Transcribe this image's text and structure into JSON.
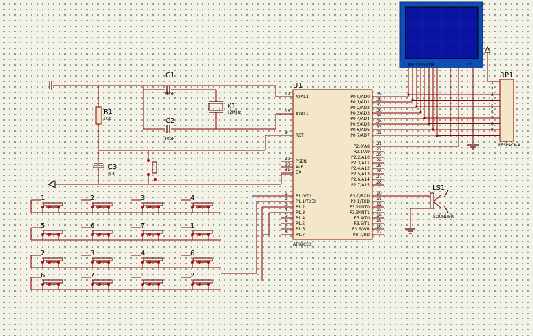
{
  "components": {
    "u1": {
      "ref": "U1",
      "part": "AT89C52",
      "left_pins": [
        {
          "num": "19",
          "name": "XTAL1"
        },
        {
          "num": "18",
          "name": "XTAL2"
        },
        {
          "num": "9",
          "name": "RST"
        },
        {
          "num": "29",
          "name": "PSEN"
        },
        {
          "num": "30",
          "name": "ALE"
        },
        {
          "num": "31",
          "name": "EA"
        },
        {
          "num": "1",
          "name": "P1.0/T2"
        },
        {
          "num": "2",
          "name": "P1.1/T2EX"
        },
        {
          "num": "3",
          "name": "P1.2"
        },
        {
          "num": "4",
          "name": "P1.3"
        },
        {
          "num": "5",
          "name": "P1.4"
        },
        {
          "num": "6",
          "name": "P1.5"
        },
        {
          "num": "7",
          "name": "P1.6"
        },
        {
          "num": "8",
          "name": "P1.7"
        }
      ],
      "right_pins": [
        {
          "num": "39",
          "name": "P0.0/AD0"
        },
        {
          "num": "38",
          "name": "P0.1/AD1"
        },
        {
          "num": "37",
          "name": "P0.2/AD2"
        },
        {
          "num": "36",
          "name": "P0.3/AD3"
        },
        {
          "num": "35",
          "name": "P0.4/AD4"
        },
        {
          "num": "34",
          "name": "P0.5/AD5"
        },
        {
          "num": "33",
          "name": "P0.6/AD6"
        },
        {
          "num": "32",
          "name": "P0.7/AD7"
        },
        {
          "num": "21",
          "name": "P2.0/A8"
        },
        {
          "num": "22",
          "name": "P2.1/A9"
        },
        {
          "num": "23",
          "name": "P2.2/A10"
        },
        {
          "num": "24",
          "name": "P2.3/A11"
        },
        {
          "num": "25",
          "name": "P2.4/A12"
        },
        {
          "num": "26",
          "name": "P2.5/A13"
        },
        {
          "num": "27",
          "name": "P2.6/A14"
        },
        {
          "num": "28",
          "name": "P2.7/A15"
        },
        {
          "num": "10",
          "name": "P3.0/RXD"
        },
        {
          "num": "11",
          "name": "P3.1/TXD"
        },
        {
          "num": "12",
          "name": "P3.2/INT0"
        },
        {
          "num": "13",
          "name": "P3.3/INT1"
        },
        {
          "num": "14",
          "name": "P3.4/T0"
        },
        {
          "num": "15",
          "name": "P3.5/T1"
        },
        {
          "num": "16",
          "name": "P3.6/WR"
        },
        {
          "num": "17",
          "name": "P3.7/RD"
        }
      ]
    },
    "c1": {
      "ref": "C1",
      "value": "30pF"
    },
    "c2": {
      "ref": "C2",
      "value": "30pF"
    },
    "c3": {
      "ref": "C3",
      "value": "1uF"
    },
    "r1": {
      "ref": "R1",
      "value": "10k"
    },
    "x1": {
      "ref": "X1",
      "value": "12MHz"
    },
    "rp1": {
      "ref": "RP1",
      "part": "RESPACK-8",
      "pins": [
        "1",
        "2",
        "3",
        "4",
        "5",
        "6",
        "7",
        "8",
        "9"
      ]
    },
    "ls1": {
      "ref": "LS1",
      "part": "SOUNDER"
    },
    "display": {
      "segments": "ABCDEFG DP",
      "digits": "12"
    }
  },
  "keypad": {
    "labels": [
      "1",
      "2",
      "3",
      "4",
      "5",
      "6",
      "7",
      "1",
      "2",
      "3",
      "4",
      "6",
      "6",
      "7",
      "1",
      "2"
    ]
  },
  "colors": {
    "wire": "#8b0000",
    "display_bg": "#0a14a0",
    "display_frame": "#0f4fb4",
    "grid": "#f2f2e6"
  }
}
